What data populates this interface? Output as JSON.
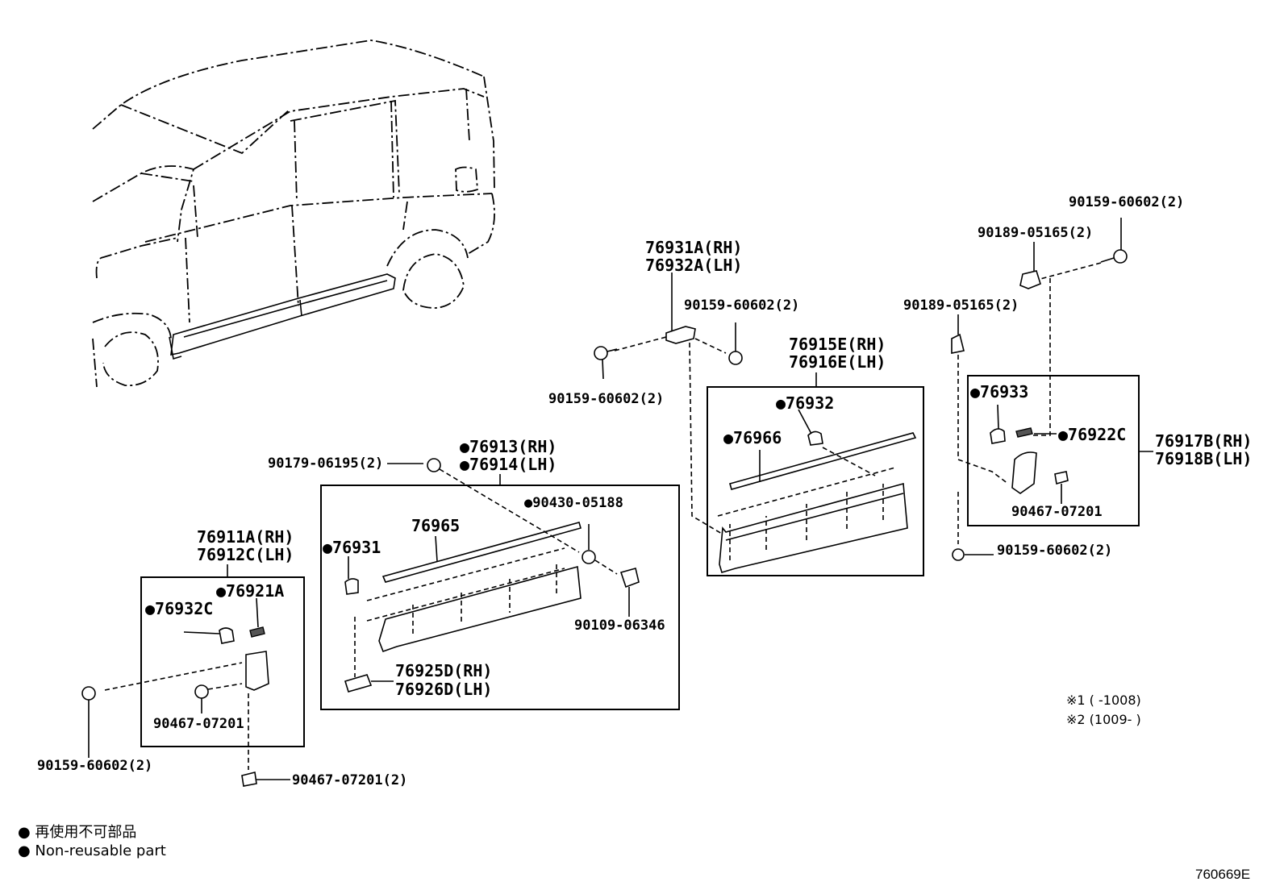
{
  "labels": {
    "p76931A": "76931A(RH)",
    "p76932A": "76932A(LH)",
    "p90159_a": "90159-60602(2)",
    "p90159_b": "90159-60602(2)",
    "p90159_c": "90159-60602(2)",
    "p90159_d": "90159-60602(2)",
    "p90159_e": "90159-60602(2)",
    "p90189_a": "90189-05165(2)",
    "p90189_b": "90189-05165(2)",
    "p76915E": "76915E(RH)",
    "p76916E": "76916E(LH)",
    "p76932": "●76932",
    "p76966": "●76966",
    "p76933": "●76933",
    "p76922C": "●76922C",
    "p76917B": "76917B(RH)",
    "p76918B": "76918B(LH)",
    "p90467_a": "90467-07201",
    "p90467_b": "90467-07201",
    "p90467_c": "90467-07201(2)",
    "p90179": "90179-06195(2)",
    "p76913": "●76913(RH)",
    "p76914": "●76914(LH)",
    "p90430": "●90430-05188",
    "p76965": "76965",
    "p76931": "●76931",
    "p90109": "90109-06346",
    "p76925D": "76925D(RH)",
    "p76926D": "76926D(LH)",
    "p76911A": "76911A(RH)",
    "p76912C": "76912C(LH)",
    "p76921A": "●76921A",
    "p76932C": "●76932C"
  },
  "notes": {
    "n1": "※1 (        -1008)",
    "n2": "※2 (1009-        )"
  },
  "legend": {
    "line1": "● 再使用不可部品",
    "line2": "● Non-reusable part"
  },
  "diagram_code": "760669E"
}
